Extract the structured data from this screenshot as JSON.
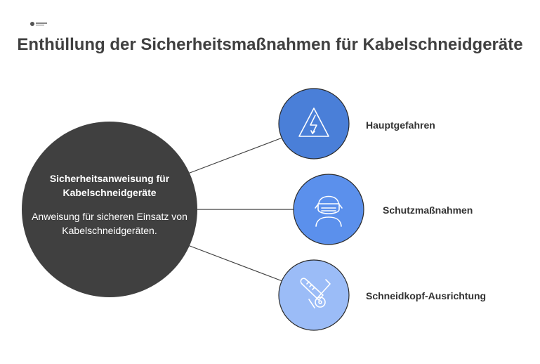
{
  "title": "Enthüllung der Sicherheitsmaßnahmen für Kabelschneidgeräte",
  "center": {
    "title": "Sicherheitsanweisung für Kabelschneidgeräte",
    "description": "Anweisung für sicheren Einsatz von Kabelschneidgeräten.",
    "color": "#404040"
  },
  "items": [
    {
      "label": "Hauptgefahren",
      "icon": "warning-voltage-icon",
      "color": "#4a7fd8"
    },
    {
      "label": "Schutzmaßnahmen",
      "icon": "face-mask-person-icon",
      "color": "#5b90ec"
    },
    {
      "label": "Schneidkopf-Ausrichtung",
      "icon": "cutting-tool-icon",
      "color": "#9bbcf7"
    }
  ]
}
